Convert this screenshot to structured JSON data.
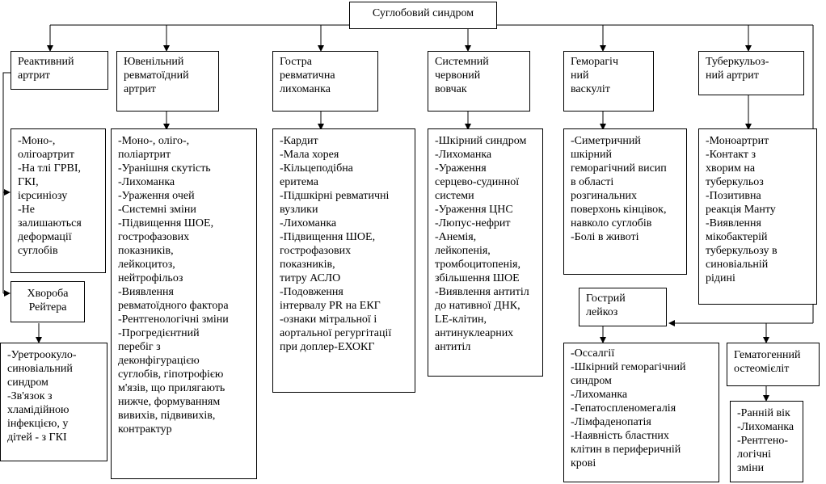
{
  "root": {
    "label": "Суглобовий синдром"
  },
  "categories": [
    {
      "id": "reactive",
      "title": [
        "Реактивний",
        "артрит"
      ],
      "details": [
        "-Моно-,",
        "олігоартрит",
        "-На тлі ГРВІ,",
        "ГКІ,",
        "ієрсиніозу",
        "-Не",
        "залишаються",
        "деформації",
        "суглобів"
      ]
    },
    {
      "id": "juvenile",
      "title": [
        "Ювенільний",
        "ревматоїдний",
        "артрит"
      ],
      "details": [
        "-Моно-, оліго-,",
        "поліартрит",
        "-Уранішня скутість",
        "-Лихоманка",
        "-Ураження очей",
        "-Системні зміни",
        "-Підвищення ШОЕ,",
        "гострофазових",
        "показників,",
        "лейкоцитоз,",
        "нейтрофільоз",
        "-Виявлення",
        "ревматоїдного фактора",
        "-Рентгенологічні зміни",
        "-Прогредієнтний",
        "перебіг з",
        "деконфігурацією",
        "суглобів, гіпотрофією",
        "м'язів, що прилягають",
        "нижче, формуванням",
        "вивихів, підвивихів,",
        "контрактур"
      ]
    },
    {
      "id": "rheumatic",
      "title": [
        "Гостра",
        "ревматична",
        "лихоманка"
      ],
      "details": [
        "-Кардит",
        "-Мала хорея",
        "-Кільцеподібна",
        "еритема",
        "-Підшкірні ревматичні",
        "вузлики",
        "-Лихоманка",
        "-Підвищення ШОЕ,",
        "гострофазових",
        "показників,",
        "титру АСЛО",
        "-Подовження",
        "інтервалу PR на ЕКГ",
        "-ознаки мітральної і",
        "аортальної регургітації",
        "при доплер-ЕХОКГ"
      ]
    },
    {
      "id": "lupus",
      "title": [
        "Системний",
        "червоний",
        "вовчак"
      ],
      "details": [
        "-Шкірний синдром",
        "-Лихоманка",
        "-Ураження",
        "серцево-судинної",
        "системи",
        "-Ураження ЦНС",
        "-Люпус-нефрит",
        "-Анемія,",
        "лейкопенія,",
        "тромбоцитопенія,",
        "збільшення ШОЕ",
        "-Виявлення антитіл",
        "до нативної ДНК,",
        "LE-клітин,",
        "антинуклеарних",
        "антитіл"
      ]
    },
    {
      "id": "vasculitis",
      "title": [
        "Геморагіч",
        "ний",
        "васкуліт"
      ],
      "details": [
        "-Симетричний",
        "шкірний",
        "геморагічний висип",
        "в області",
        "розгинальних",
        "поверхонь кінцівок,",
        "навколо суглобів",
        "-Болі в животі"
      ]
    },
    {
      "id": "tuberculous",
      "title": [
        "Туберкульоз-",
        "ний артрит"
      ],
      "details": [
        "-Моноартрит",
        "-Контакт з",
        "хворим на",
        "туберкульоз",
        "-Позитивна",
        "реакція Манту",
        "-Виявлення",
        "мікобактерій",
        "туберкульозу в",
        "синовіальній",
        "рідині"
      ]
    },
    {
      "id": "reiter",
      "title": [
        "Хвороба",
        "Рейтера"
      ],
      "details": [
        "-Уретроокуло-",
        "синовіальний",
        "синдром",
        "-Зв'язок з",
        "хламідійною",
        "інфекцією, у",
        "дітей - з ГКІ"
      ]
    },
    {
      "id": "leukemia",
      "title": [
        "Гострий",
        "лейкоз"
      ],
      "details": [
        "-Оссалгії",
        "-Шкірний геморагічний",
        "синдром",
        "-Лихоманка",
        "-Гепатоспленомегалія",
        "-Лімфаденопатія",
        "-Наявність бластних",
        "клітин в периферичній",
        "крові"
      ]
    },
    {
      "id": "osteomyelitis",
      "title": [
        "Гематогенний",
        "остеомієліт"
      ],
      "details": [
        "-Ранній вік",
        "-Лихоманка",
        "-Рентгено-",
        "логічні",
        "зміни"
      ]
    }
  ]
}
